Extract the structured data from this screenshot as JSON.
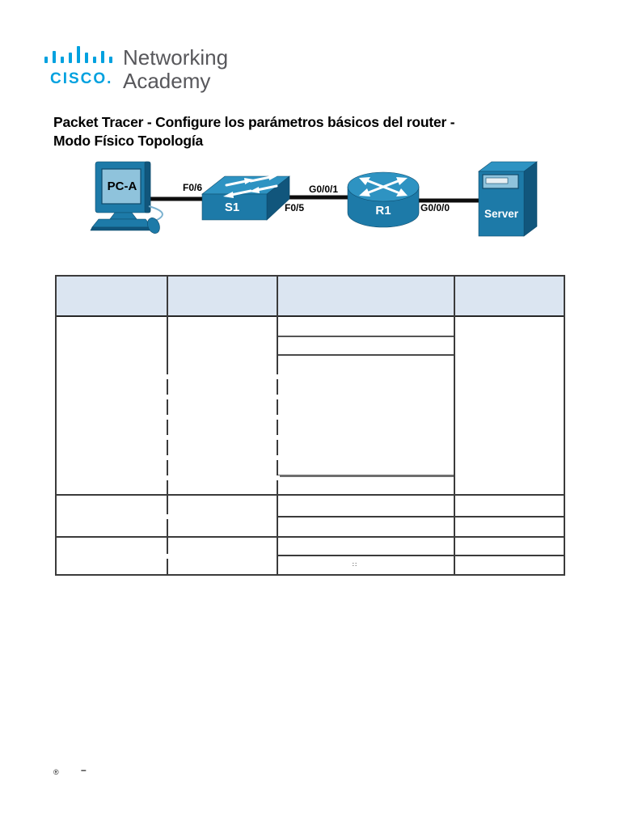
{
  "logo": {
    "brand_word": "CISCO.",
    "line1": "Networking",
    "line2": "Academy"
  },
  "title": {
    "line1": "Packet Tracer - Configure los parámetros básicos del router -",
    "line2": "Modo Físico Topología"
  },
  "topology": {
    "devices": {
      "pc": {
        "label": "PC-A"
      },
      "switch": {
        "label": "S1"
      },
      "router": {
        "label": "R1"
      },
      "server": {
        "label": "Server"
      }
    },
    "interface_labels": {
      "pc_to_switch": "F0/6",
      "switch_side": "F0/5",
      "router_side": "G0/0/1",
      "router_to_server": "G0/0/0"
    }
  },
  "table": {
    "header_columns": [
      "",
      "",
      "",
      ""
    ],
    "placeholder_glyph": "::"
  },
  "footer": {
    "registered_mark": "®",
    "dash": "–"
  },
  "colors": {
    "cisco-blue": "#00a1df",
    "logo-gray": "#57575b",
    "table-header-bg": "#dbe5f1",
    "device-blue": "#1d7aa8",
    "device-blue-light": "#2e93c2",
    "device-blue-dark": "#11567c",
    "screen-blue": "#8fc3dc"
  }
}
